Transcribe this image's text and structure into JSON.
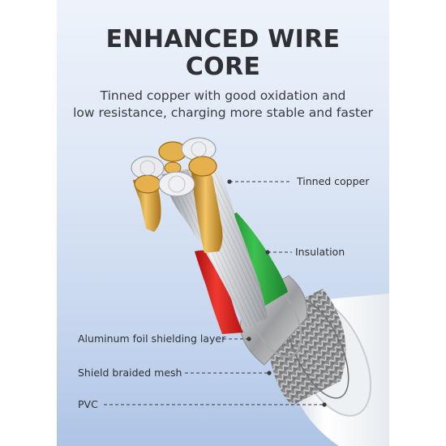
{
  "title": {
    "line1": "ENHANCED WIRE",
    "line2": "CORE"
  },
  "subtitle": {
    "line1": "Tinned copper with good oxidation and",
    "line2": "low resistance, charging more stable and faster"
  },
  "callouts": {
    "tinned_copper": "Tinned copper",
    "insulation": "Insulation",
    "aluminum_foil": "Aluminum foil shielding layer",
    "braided_mesh": "Shield braided mesh",
    "pvc": "PVC"
  },
  "colors": {
    "background_panel": "#c9d8ef",
    "title_text": "#2f3034",
    "pvc_jacket": "#f4f6f8",
    "braid": "#8f8f8f",
    "foil": "#c8c8c8",
    "red_wire": "#e32020",
    "green_wire": "#27a63a",
    "copper": "#d9a441",
    "tin": "#c9ccd2",
    "leader_dot": "#3a3b3f"
  }
}
